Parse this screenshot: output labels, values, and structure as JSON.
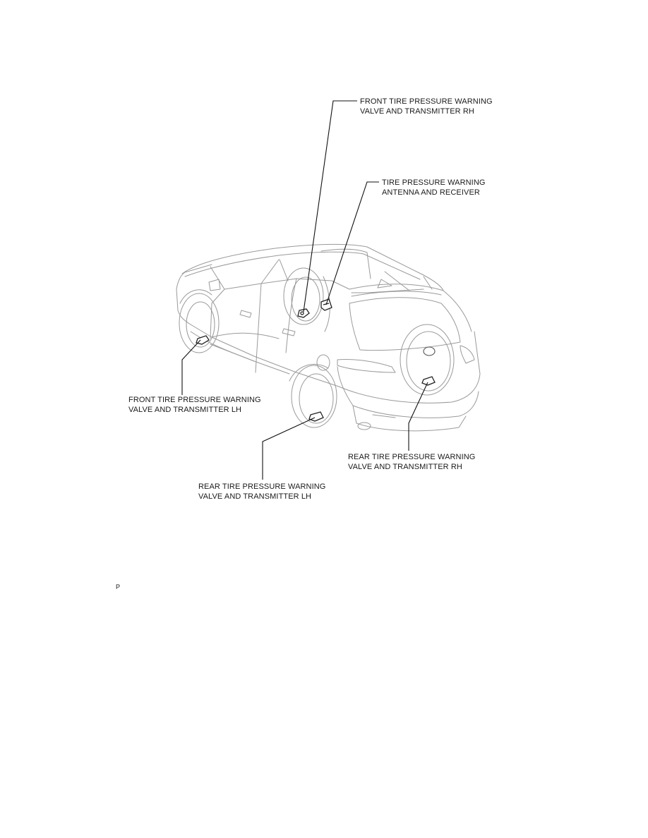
{
  "labels": {
    "front_rh": [
      "FRONT TIRE PRESSURE WARNING",
      "VALVE AND TRANSMITTER RH"
    ],
    "receiver": [
      "TIRE PRESSURE WARNING",
      "ANTENNA AND RECEIVER"
    ],
    "front_lh": [
      "FRONT TIRE PRESSURE WARNING",
      "VALVE AND TRANSMITTER LH"
    ],
    "rear_rh": [
      "REAR TIRE PRESSURE WARNING",
      "VALVE AND TRANSMITTER RH"
    ],
    "rear_lh": [
      "REAR TIRE PRESSURE WARNING",
      "VALVE AND TRANSMITTER LH"
    ]
  },
  "page_mark": "P",
  "colors": {
    "outline": "#9a9a9a",
    "leader": "#111111",
    "text": "#1a1a1a"
  }
}
